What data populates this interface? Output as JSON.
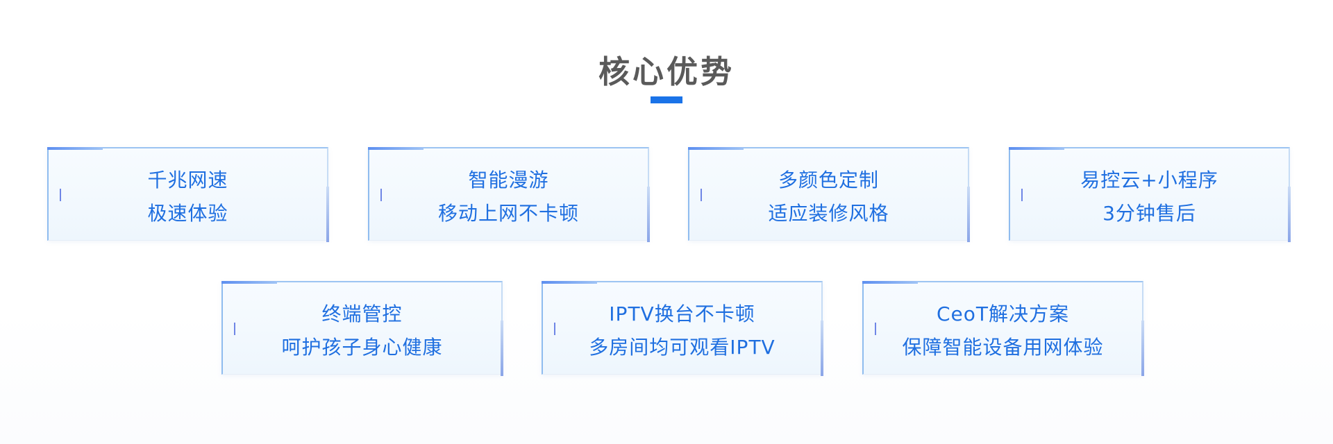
{
  "page": {
    "title": "核心优势"
  },
  "colors": {
    "title": "#5a5a5a",
    "accent_bar": "#1a73e8",
    "card_text": "#1f6fe0"
  },
  "cards": [
    {
      "line1": "千兆网速",
      "line2": "极速体验"
    },
    {
      "line1": "智能漫游",
      "line2": "移动上网不卡顿"
    },
    {
      "line1": "多颜色定制",
      "line2": "适应装修风格"
    },
    {
      "line1": "易控云+小程序",
      "line2": "3分钟售后"
    },
    {
      "line1": "终端管控",
      "line2": "呵护孩子身心健康"
    },
    {
      "line1": "IPTV换台不卡顿",
      "line2": "多房间均可观看IPTV"
    },
    {
      "line1": "CeoT解决方案",
      "line2": "保障智能设备用网体验"
    }
  ]
}
